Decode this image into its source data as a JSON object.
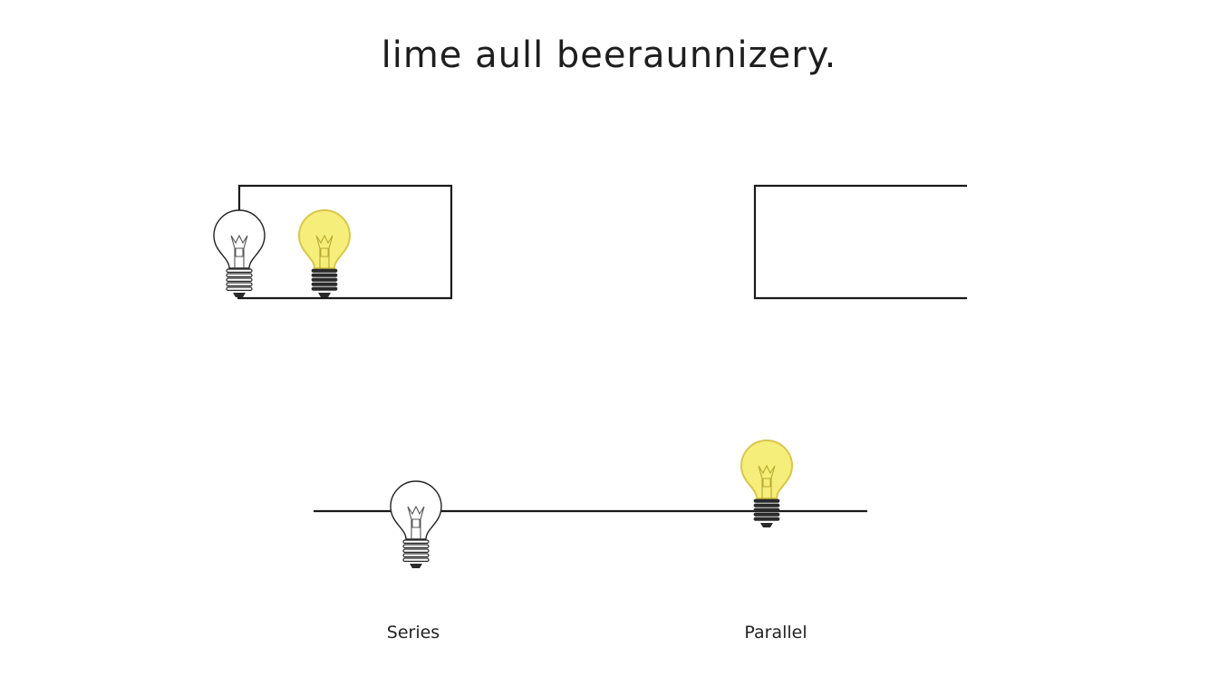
{
  "diagram": {
    "title": "lime aull beeraunnizery.",
    "captions": {
      "series": "Series",
      "parallel": "Parallel"
    },
    "bulbs": [
      {
        "id": "top-left",
        "state": "off"
      },
      {
        "id": "top-right",
        "state": "on"
      },
      {
        "id": "bottom-left",
        "state": "off"
      },
      {
        "id": "bottom-right",
        "state": "on"
      }
    ],
    "colors": {
      "wire": "#1a1a1a",
      "bulb_on_fill": "#f6ee7a",
      "bulb_on_stroke": "#d9c64a",
      "bulb_off_fill": "#ffffff",
      "bulb_outline": "#222222",
      "base": "#2a2a2a"
    }
  }
}
